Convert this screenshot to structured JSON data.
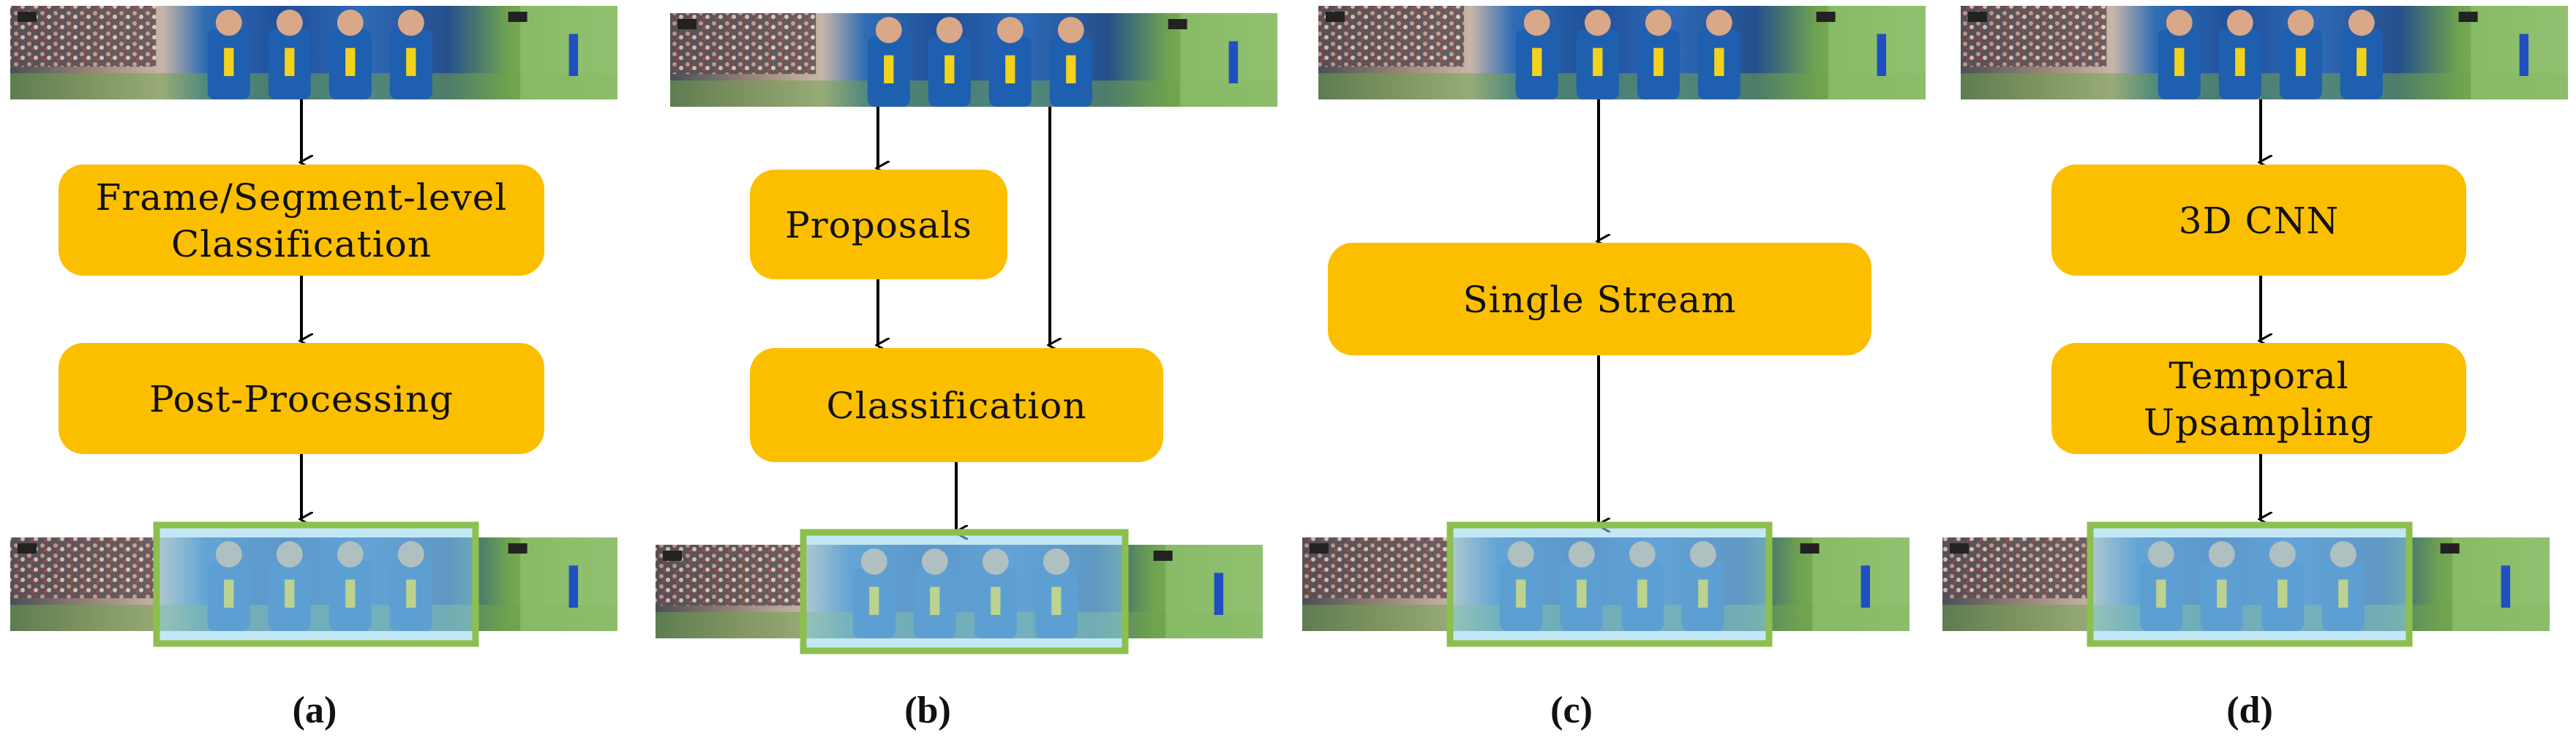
{
  "colors": {
    "box_fill": "#FCBF00",
    "arrow": "#000000",
    "highlight_border": "#8DBF4E",
    "highlight_tint": "#8FD3F0",
    "frame_grass": "#6FA34F",
    "frame_crowd": "#3C3F5C",
    "frame_jersey": "#1F5FB0"
  },
  "panels": [
    {
      "label": "(a)",
      "boxes": [
        {
          "lines": [
            "Frame/Segment-level",
            "Classification"
          ]
        },
        {
          "lines": [
            "Post-Processing"
          ]
        }
      ]
    },
    {
      "label": "(b)",
      "boxes": [
        {
          "lines": [
            "Proposals"
          ]
        },
        {
          "lines": [
            "Classification"
          ]
        }
      ]
    },
    {
      "label": "(c)",
      "boxes": [
        {
          "lines": [
            "Single Stream"
          ]
        }
      ]
    },
    {
      "label": "(d)",
      "boxes": [
        {
          "lines": [
            "3D CNN"
          ]
        },
        {
          "lines": [
            "Temporal",
            "Upsampling"
          ]
        }
      ]
    }
  ],
  "icons": {
    "video_strip": "video-frame-strip-icon",
    "detected_segment": "detected-segment-highlight"
  }
}
